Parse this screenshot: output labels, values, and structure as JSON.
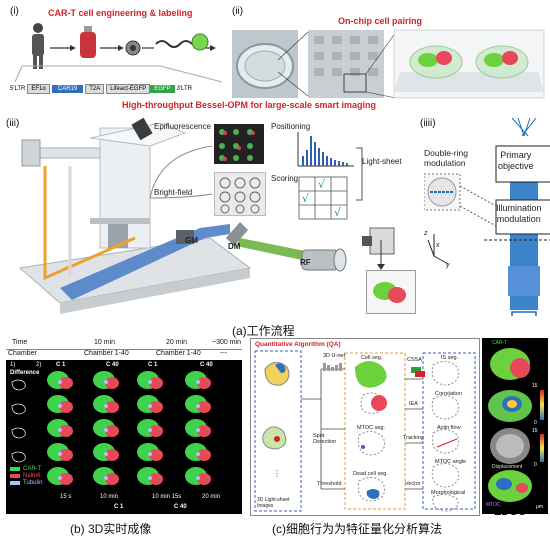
{
  "panel_i": {
    "roman": "(i)",
    "title": "CAR-T cell engineering & labeling",
    "construct": [
      "5'LTR",
      "EF1α",
      "CAR19",
      "T2A",
      "Lifeact-EGFP",
      "3'LTR"
    ]
  },
  "panel_ii": {
    "roman": "(ii)",
    "title": "On-chip cell pairing"
  },
  "panel_iii": {
    "roman": "(iii)",
    "title": "High-throughput Bessel-OPM for large-scale smart imaging",
    "labels": {
      "epi": "Epifluorescence",
      "bright": "Bright-field",
      "positioning": "Positioning",
      "scoring": "Scoring",
      "lightsheet": "Light-sheet",
      "gm": "GM",
      "dm": "DM",
      "rf": "RF"
    }
  },
  "panel_iiii": {
    "roman": "(iiii)",
    "double_ring": "Double-ring\nmodulation",
    "primary": "Primary\nobjective",
    "illumination": "Illumination\nmodulation",
    "axes": {
      "x": "x",
      "y": "y",
      "z": "z"
    }
  },
  "caption_a": "(a)工作流程",
  "panel_b": {
    "headers": {
      "time": "Time",
      "t10": "10 min",
      "t20": "20 min",
      "t300": "~300 min",
      "chamber": "Chamber",
      "c140a": "Chamber 1-40",
      "c140b": "Chamber 1-40",
      "dash": "---"
    },
    "sub1": "1)",
    "sub2": "2)",
    "difference": "Difference",
    "cols": [
      "C 1",
      "C 40",
      "C 1",
      "C 40"
    ],
    "legend": [
      "CAR-T",
      "Nalm6",
      "Tubulin"
    ],
    "times": [
      "15 s",
      "10 min",
      "10 min 15s",
      "20 min"
    ],
    "ccs": [
      "C 1",
      "C 40"
    ],
    "caption": "(b) 3D实时成像"
  },
  "panel_c": {
    "title": "Quantitative Algorithm (QA)",
    "unet": "3D U-net",
    "cellseg": "Cell seg.",
    "cssa": "CSSA",
    "isseg": "IS seg.",
    "correlation": "Correlation",
    "iea": "IEA",
    "actinflow": "Actin flow",
    "spot": "Spot\nDetection",
    "mtocseg": "MTOC seg.",
    "tracking": "Tracking",
    "deadseg": "Dead cell seg.",
    "mtocangle": "MTOC angle",
    "threshold": "Threshold",
    "vector": "Vector",
    "morph": "Morphological",
    "images": "3D Light-sheet\nImages",
    "caption": "(c)细胞行为为特征量化分析算法"
  },
  "panel_d": {
    "cart": "CAR-T",
    "displacement": "Displacement",
    "mtoc": "MTOC",
    "um": "μm",
    "scale15a": "15",
    "scale0a": "0",
    "scale15b": "15",
    "scale0b": "0"
  },
  "watermark": "EDOO"
}
